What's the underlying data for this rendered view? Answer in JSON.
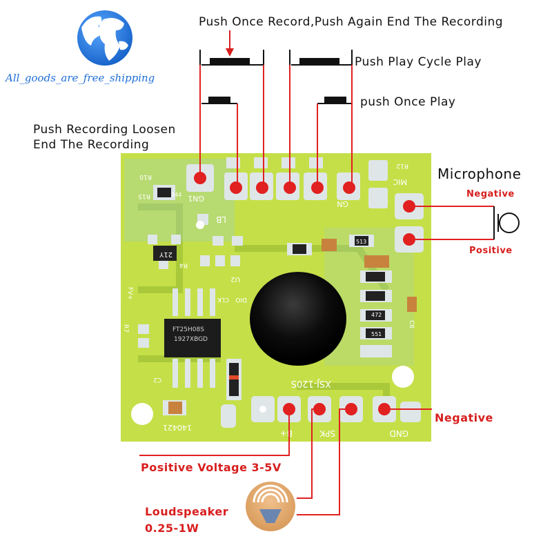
{
  "brand": {
    "watermark": "All_goods_are_free_shipping",
    "colors": {
      "globe": "#1f7fe0",
      "text": "#1f6fd6"
    }
  },
  "labels": {
    "push_once_record": "Push Once Record,Push Again End The Recording",
    "push_play_cycle": "Push Play Cycle Play",
    "push_once_play": "push Once Play",
    "push_recording_loosen_line1": "Push Recording Loosen",
    "push_recording_loosen_line2": "End The Recording",
    "microphone": "Microphone",
    "mic_negative": "Negative",
    "mic_positive": "Positive",
    "power_negative": "Negative",
    "positive_voltage": "Positive Voltage 3-5V",
    "loudspeaker_line1": "Loudspeaker",
    "loudspeaker_line2": "0.25-1W"
  },
  "board": {
    "silkscreen": {
      "header_left": "GN1",
      "header_right": "GN",
      "chip_model_line1": "FT25H08S",
      "chip_model_line2": "1927XBGD",
      "board_model": "XSJ-120S",
      "power_pos": "B+",
      "speaker": "SPK",
      "ground": "GND",
      "mic": "MIC",
      "date": "140421",
      "transistor": "21Y",
      "res_344": "344",
      "res_513": "513",
      "res_472": "472",
      "res_551": "551",
      "res_r10": "R10",
      "res_r15": "R15",
      "res_r12": "R12",
      "ref_u2": "U2",
      "ref_lb": "LB",
      "ref_r4": "R4",
      "ref_r7": "R7",
      "ref_c2": "C2",
      "ref_c6": "C6",
      "ref_fv": "FV+",
      "ref_clk": "CLK",
      "ref_dio": "DIO"
    },
    "colors": {
      "pcb": "#c8e24a",
      "pcb_dark": "#a9c93a",
      "pad": "#dfe6e8",
      "trace": "#d81e1e"
    }
  },
  "icons": [
    "globe-icon",
    "microphone-icon",
    "loudspeaker-icon",
    "push-button-icon"
  ]
}
